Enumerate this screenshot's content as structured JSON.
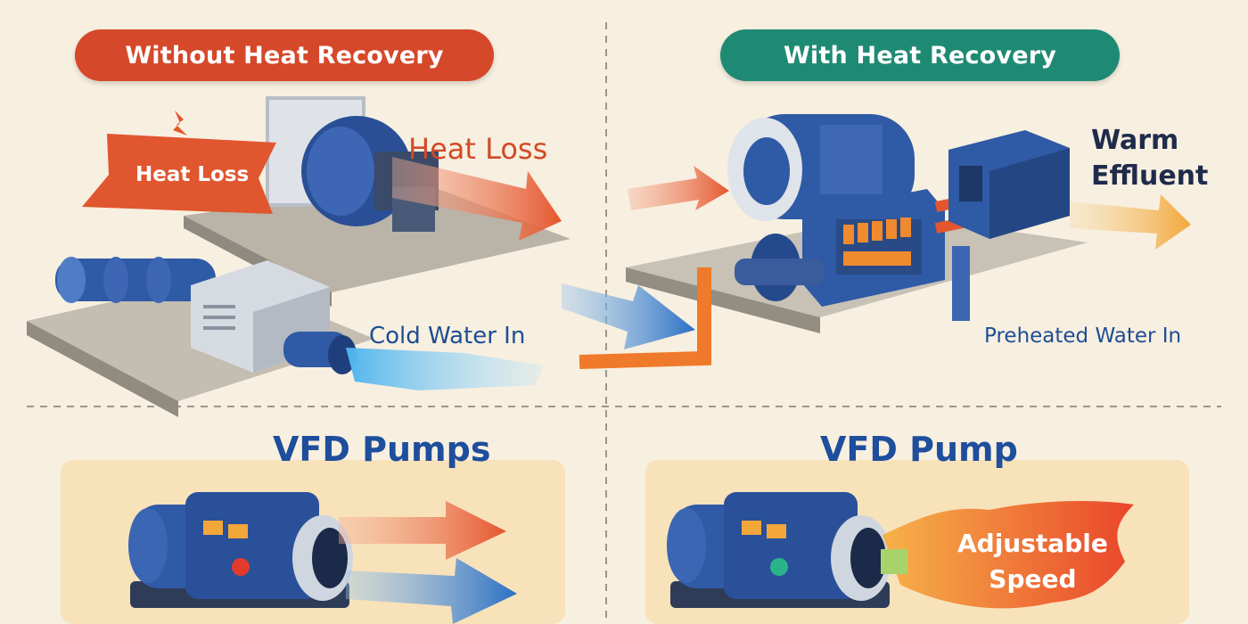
{
  "panels": {
    "without": {
      "title": "Without Heat Recovery",
      "color": "#d6482a"
    },
    "with": {
      "title": "With Heat Recovery",
      "color": "#1f8a73"
    }
  },
  "labels": {
    "heat_loss_banner": "Heat Loss",
    "heat_loss": "Heat Loss",
    "cold_water_in": "Cold Water In",
    "warm_effluent_line1": "Warm",
    "warm_effluent_line2": "Effluent",
    "preheated_water_in": "Preheated Water In",
    "adjustable_line1": "Adjustable",
    "adjustable_line2": "Speed"
  },
  "sections": {
    "vfd_pumps": "VFD Pumps",
    "vfd_pump": "VFD Pump"
  },
  "colors": {
    "background": "#f7efe0",
    "machine_blue": "#2f5aa5",
    "heat_orange": "#e4572e",
    "water_blue": "#3aa8e8",
    "warm_yellow": "#f2a73a"
  }
}
